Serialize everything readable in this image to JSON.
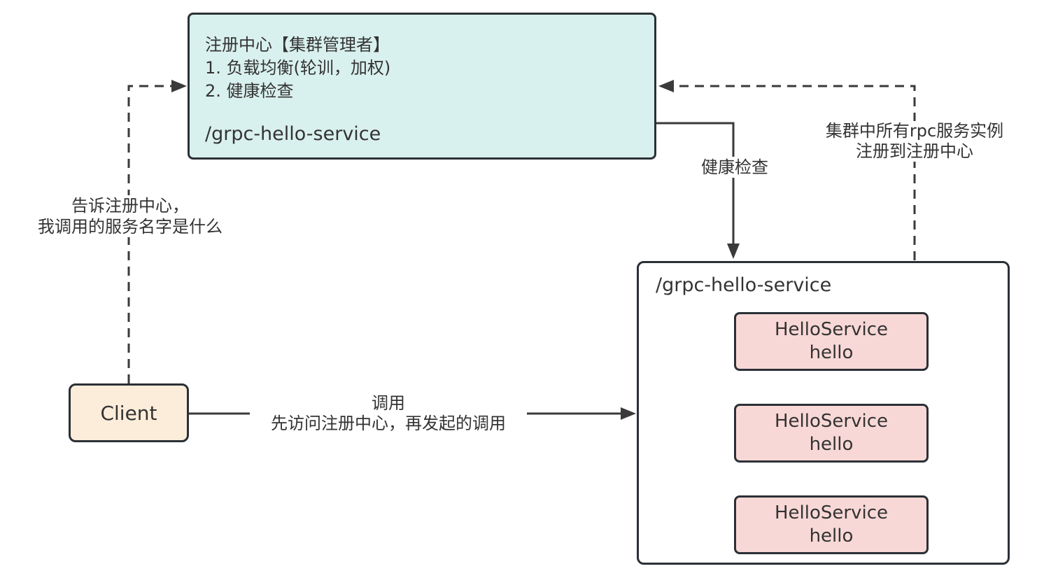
{
  "colors": {
    "canvas_bg": "#ffffff",
    "registry_fill": "#d9f1ee",
    "client_fill": "#fcedda",
    "instance_fill": "#f8d8d6",
    "cluster_fill": "#ffffff",
    "border": "#2b3036",
    "line": "#3a3a3a",
    "text": "#333333"
  },
  "registry": {
    "title": "注册中心【集群管理者】",
    "items": [
      "1. 负载均衡(轮训，加权)",
      "2. 健康检查"
    ],
    "service_path": "/grpc-hello-service"
  },
  "client": {
    "label": "Client"
  },
  "cluster": {
    "service_path": "/grpc-hello-service",
    "instances": [
      {
        "name": "HelloService",
        "method": "hello"
      },
      {
        "name": "HelloService",
        "method": "hello"
      },
      {
        "name": "HelloService",
        "method": "hello"
      }
    ]
  },
  "edges": {
    "tell_registry": {
      "line1": "告诉注册中心，",
      "line2": "我调用的服务名字是什么"
    },
    "register_instances": {
      "line1": "集群中所有rpc服务实例",
      "line2": "注册到注册中心"
    },
    "health_check": {
      "label": "健康检查"
    },
    "call": {
      "line1": "调用",
      "line2": "先访问注册中心，再发起的调用"
    }
  }
}
